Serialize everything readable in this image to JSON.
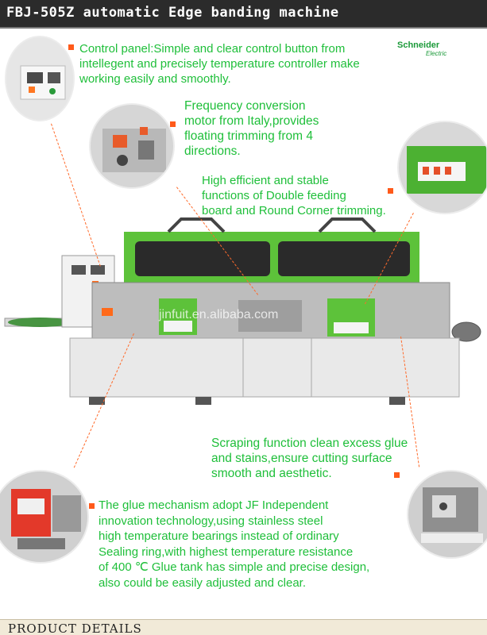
{
  "header": {
    "title": "FBJ-505Z automatic Edge banding machine"
  },
  "brand": {
    "name": "Schneider",
    "sub": "Electric"
  },
  "features": {
    "control_panel": [
      "Control panel:Simple and clear control button from",
      "intellegent and precisely temperature controller make",
      "working easily and smoothly."
    ],
    "frequency_motor": [
      "Frequency conversion",
      "motor from Italy,provides",
      "floating trimming from 4",
      "directions."
    ],
    "double_feeding": [
      "High efficient and stable",
      "functions of Double feeding",
      "board and Round Corner trimming."
    ],
    "scraping": [
      "Scraping function clean excess glue",
      "and stains,ensure cutting surface",
      "smooth and aesthetic."
    ],
    "glue": [
      "The glue mechanism adopt JF Independent",
      "innovation technology,using stainless steel",
      "high temperature bearings instead of ordinary",
      "Sealing ring,with highest temperature resistance",
      "of 400  ℃ Glue tank has simple and precise design,",
      "also could be easily adjusted and clear."
    ]
  },
  "watermark": "jinfuit.en.alibaba.com",
  "footer": {
    "label": "PRODUCT DETAILS"
  },
  "colors": {
    "feature_text": "#1fbf3a",
    "bullet": "#ff5a1a",
    "machine_green": "#5dc23a",
    "header_bg": "#2b2b2b"
  }
}
